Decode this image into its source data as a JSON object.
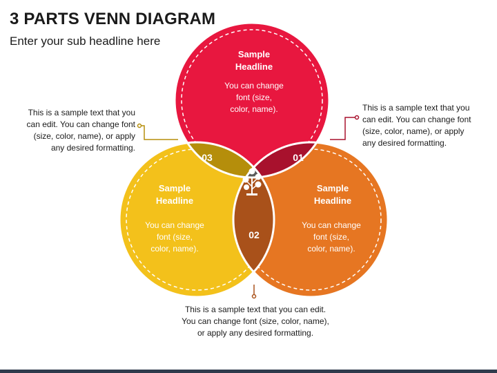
{
  "header": {
    "title": "3 PARTS VENN DIAGRAM",
    "subtitle": "Enter your sub headline here"
  },
  "circles": {
    "top": {
      "headline": [
        "Sample",
        "Headline"
      ],
      "body": [
        "You can change",
        "font (size,",
        "color, name)."
      ],
      "color": "#e8173f"
    },
    "left": {
      "headline": [
        "Sample",
        "Headline"
      ],
      "body": [
        "You can change",
        "font (size,",
        "color, name)."
      ],
      "color": "#f3c11b"
    },
    "right": {
      "headline": [
        "Sample",
        "Headline"
      ],
      "body": [
        "You can change",
        "font (size,",
        "color, name)."
      ],
      "color": "#e67622"
    }
  },
  "intersections": {
    "top_right": {
      "label": "01",
      "color": "#a8112d"
    },
    "left_right": {
      "label": "02",
      "color": "#a9511a"
    },
    "top_left": {
      "label": "03",
      "color": "#b58e0b"
    },
    "center": {
      "icon": "money-tree-icon",
      "color": "#5a5a5a"
    }
  },
  "notes": {
    "left": [
      "This is a sample text that you",
      "can edit. You can change font",
      "(size, color, name), or apply",
      "any desired formatting."
    ],
    "right": [
      "This is a sample text that you",
      "can edit. You can change font",
      "(size, color, name), or apply",
      "any desired formatting."
    ],
    "bottom": [
      "This is a sample text that you can edit.",
      "You can change font (size, color, name),",
      "or apply any desired formatting."
    ]
  }
}
